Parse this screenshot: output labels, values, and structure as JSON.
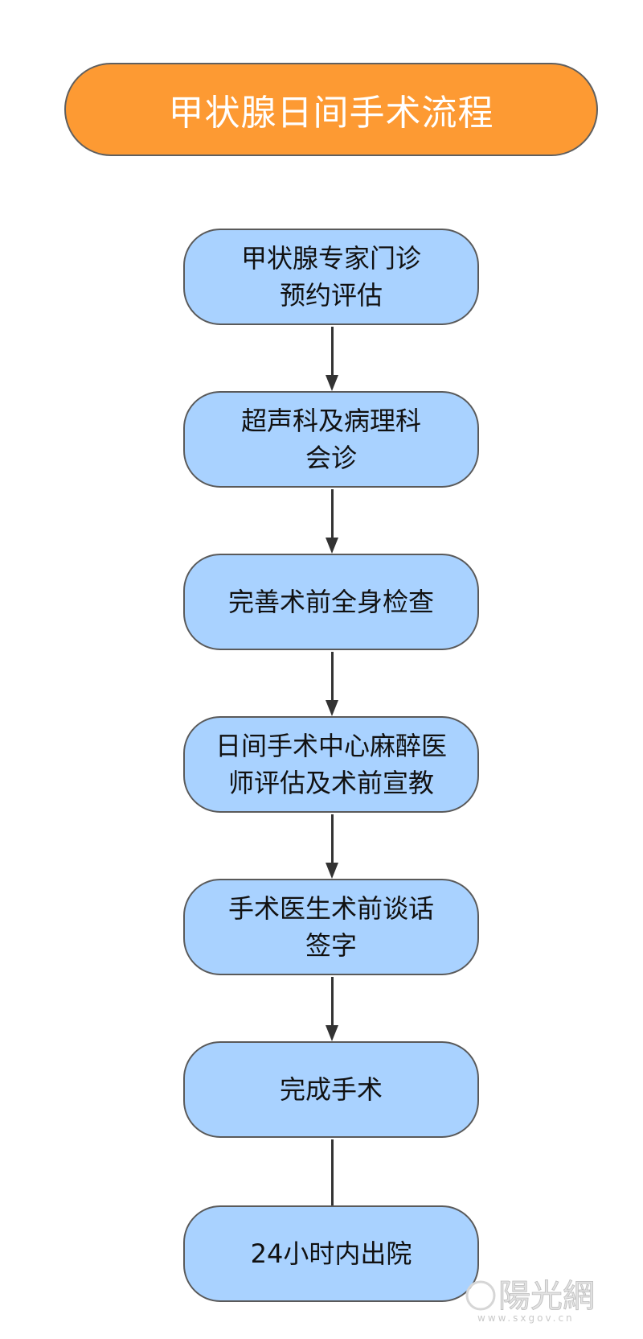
{
  "title": "甲状腺日间手术流程",
  "steps": [
    "甲状腺专家门诊\n预约评估",
    "超声科及病理科\n会诊",
    "完善术前全身检查",
    "日间手术中心麻醉医\n师评估及术前宣教",
    "手术医生术前谈话\n签字",
    "完成手术",
    "24小时内出院"
  ],
  "watermark": {
    "logo_text": "陽光網",
    "url_text": "www.sxgov.cn"
  },
  "colors": {
    "title_fill": "#fd9a33",
    "step_fill": "#a9d2ff",
    "border": "#5a5a5a",
    "arrow": "#333333"
  }
}
